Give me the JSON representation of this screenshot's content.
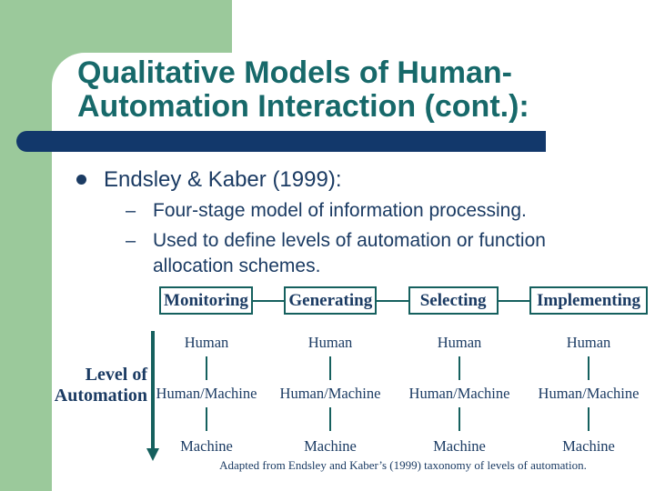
{
  "title": {
    "line1": "Qualitative Models of Human-",
    "line2": "Automation Interaction (cont.):"
  },
  "bullets": {
    "main": "Endsley & Kaber (1999):",
    "dash": "–",
    "sub1": "Four-stage model of information processing.",
    "sub2": "Used to define levels of automation or function allocation schemes."
  },
  "diagram": {
    "stages": [
      "Monitoring",
      "Generating",
      "Selecting",
      "Implementing"
    ],
    "levels": [
      "Human",
      "Human/Machine",
      "Machine"
    ],
    "axis_label": {
      "line1": "Level of",
      "line2": "Automation"
    },
    "caption": "Adapted from Endsley and Kaber’s (1999) taxonomy of levels of automation."
  },
  "colors": {
    "green": "#9BC99B",
    "teal_title": "#17696A",
    "navy_bar": "#12386B",
    "text_navy": "#1B3B63",
    "diagram_teal": "#15605E"
  }
}
